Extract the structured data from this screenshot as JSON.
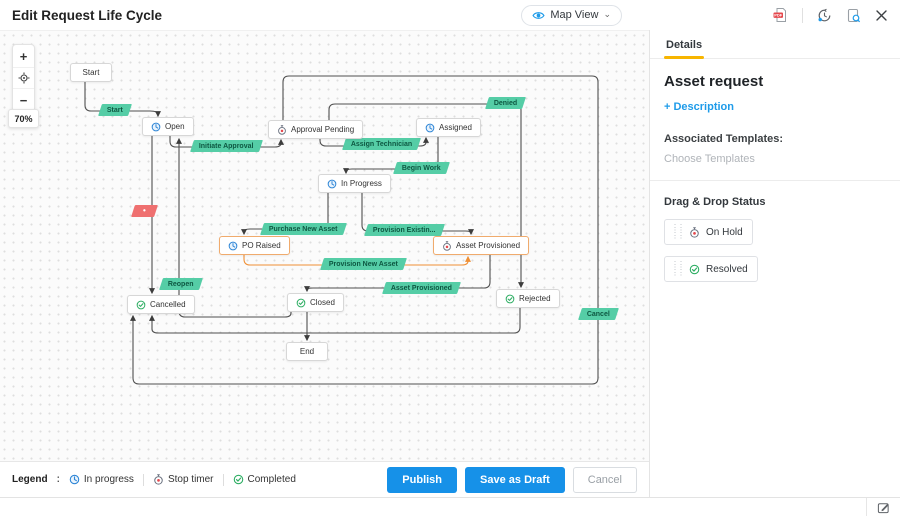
{
  "colors": {
    "accent_green": "#55cda6",
    "accent_orange": "#ef8f35",
    "primary_blue": "#1691e8",
    "tab_yellow": "#f7b500",
    "danger_red": "#ef7070",
    "link_blue": "#1e9be9"
  },
  "header": {
    "title": "Edit Request Life Cycle",
    "view_switcher": {
      "label": "Map View",
      "caret": "⌄"
    },
    "icons": {
      "pdf": "pdf-export-icon",
      "history": "history-icon",
      "preview": "preview-icon",
      "close": "close-icon"
    }
  },
  "canvas": {
    "zoom": {
      "in": "+",
      "out": "−",
      "level": "70%"
    },
    "nodes": [
      {
        "id": "start",
        "label": "Start",
        "icon": "none"
      },
      {
        "id": "open",
        "label": "Open",
        "icon": "in-progress"
      },
      {
        "id": "approval-pending",
        "label": "Approval Pending",
        "icon": "stop-timer"
      },
      {
        "id": "assigned",
        "label": "Assigned",
        "icon": "in-progress"
      },
      {
        "id": "in-progress",
        "label": "In Progress",
        "icon": "in-progress"
      },
      {
        "id": "po-raised",
        "label": "PO Raised",
        "icon": "in-progress",
        "accent": "orange"
      },
      {
        "id": "asset-provisioned",
        "label": "Asset Provisioned",
        "icon": "stop-timer",
        "accent": "orange"
      },
      {
        "id": "cancelled",
        "label": "Cancelled",
        "icon": "completed"
      },
      {
        "id": "closed",
        "label": "Closed",
        "icon": "completed"
      },
      {
        "id": "rejected",
        "label": "Rejected",
        "icon": "completed"
      },
      {
        "id": "end",
        "label": "End",
        "icon": "none"
      }
    ],
    "transitions": [
      {
        "id": "start",
        "label": "Start"
      },
      {
        "id": "initiate-approval",
        "label": "Initiate Approval"
      },
      {
        "id": "assign-technician",
        "label": "Assign Technician"
      },
      {
        "id": "begin-work",
        "label": "Begin Work"
      },
      {
        "id": "denied",
        "label": "Denied"
      },
      {
        "id": "purchase-new-asset",
        "label": "Purchase New Asset"
      },
      {
        "id": "provision-existing",
        "label": "Provision Existin..."
      },
      {
        "id": "provision-new-asset",
        "label": "Provision New Asset"
      },
      {
        "id": "asset-provisioned",
        "label": "Asset Provisioned"
      },
      {
        "id": "reopen",
        "label": "Reopen"
      },
      {
        "id": "cancel",
        "label": "Cancel"
      }
    ],
    "collapsed_marker": "•"
  },
  "sidebar": {
    "tab": "Details",
    "title": "Asset request",
    "description_link": "+ Description",
    "templates_label": "Associated Templates:",
    "templates_placeholder": "Choose Templates",
    "drag_drop_label": "Drag & Drop Status",
    "statuses": [
      {
        "label": "On Hold",
        "icon": "stop-timer"
      },
      {
        "label": "Resolved",
        "icon": "completed"
      }
    ]
  },
  "footerbar": {
    "legend_label": "Legend",
    "legend_separator": ":",
    "legend_items": [
      {
        "label": "In progress",
        "icon": "in-progress"
      },
      {
        "label": "Stop timer",
        "icon": "stop-timer"
      },
      {
        "label": "Completed",
        "icon": "completed"
      }
    ],
    "buttons": {
      "publish": "Publish",
      "save_draft": "Save as Draft",
      "cancel": "Cancel"
    }
  }
}
